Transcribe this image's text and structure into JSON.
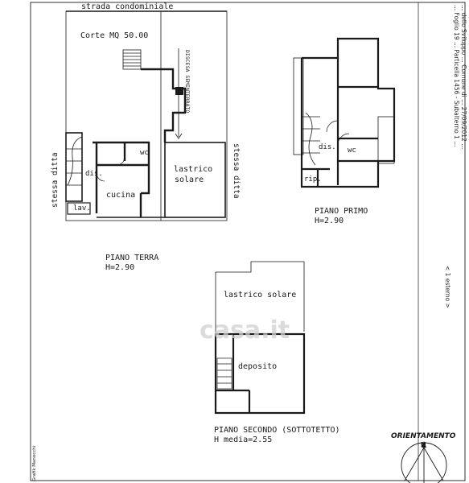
{
  "plan_labels": {
    "street": "strada condominiale",
    "courtyard": "Corte  MQ 50.00",
    "descent": "DISCESA SEMINTERRATO",
    "neighbor_left": "stessa ditta",
    "neighbor_right": "stessa ditta",
    "terrace_ground": "lastrico",
    "terrace_ground_2": "solare",
    "wc_ground": "wc",
    "dis_ground": "dis.",
    "kitchen": "cucina",
    "lav": "lav.",
    "dis_first": "dis.",
    "wc_first": "wc",
    "rip": "rip.",
    "terrace_second": "lastrico solare",
    "storage": "deposito"
  },
  "plan_titles": {
    "ground_floor": "PIANO TERRA",
    "ground_height": "H=2.90",
    "first_floor": "PIANO PRIMO",
    "first_height": "H=2.90",
    "second_floor": "PIANO  SECONDO (SOTTOTETTO)",
    "second_height": "H media=2.55"
  },
  "orientation": {
    "label": "ORIENTAMENTO",
    "north": "N"
  },
  "side_text": {
    "line1": "... dello Sviluppo ... Comune di ... 27/09/2012 ...",
    "line2": "... Foglio 19 ... Particella 1456 - Subalterno 1 ...",
    "line3": "< 1 esterno >"
  },
  "stamp": "Grafik Manocchi",
  "watermark": "casa.it",
  "colors": {
    "ink": "#1a1a1a",
    "paper": "#ffffff",
    "watermark": "#cfcfcf"
  }
}
